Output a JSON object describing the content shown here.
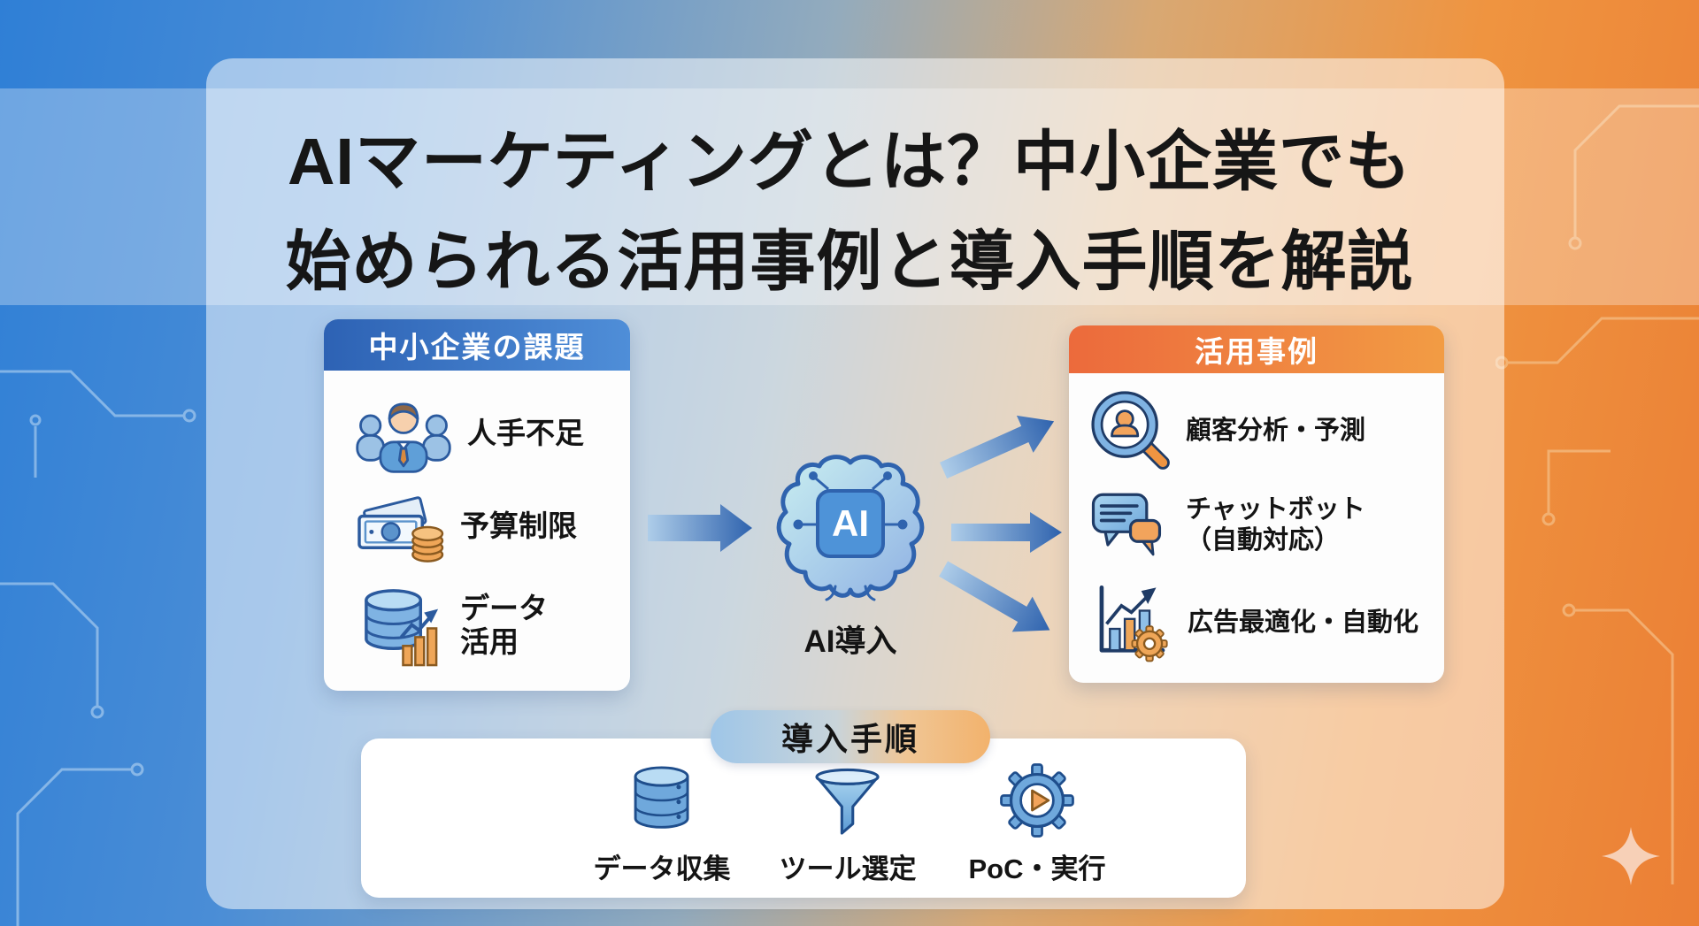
{
  "colors": {
    "bg_blue": "#2f7fd6",
    "bg_orange": "#eb7f35",
    "header_blue": "#2d62b4",
    "header_orange": "#ec6a3c",
    "arrow_blue": "#2f63ae",
    "pill_blue": "#9ec6e8",
    "pill_orange": "#f2b26c",
    "icon_blue": "#6fa8dc",
    "icon_orange": "#f0a453"
  },
  "title": {
    "line1": "AIマーケティングとは？中小企業でも",
    "line2": "始められる活用事例と導入手順を解説"
  },
  "challenges_card": {
    "header": "中小企業の課題",
    "items": [
      {
        "icon": "people-icon",
        "label": "人手不足"
      },
      {
        "icon": "money-icon",
        "label": "予算制限"
      },
      {
        "icon": "database-chart-icon",
        "label_line1": "データ",
        "label_line2": "活用"
      }
    ]
  },
  "ai_core": {
    "chip_label": "AI",
    "caption": "AI導入"
  },
  "usecases_card": {
    "header": "活用事例",
    "items": [
      {
        "icon": "customer-analysis-icon",
        "label": "顧客分析・予測"
      },
      {
        "icon": "chatbot-icon",
        "label_line1": "チャットボット",
        "label_line2": "（自動対応）"
      },
      {
        "icon": "ad-optimization-icon",
        "label": "広告最適化・自動化"
      }
    ]
  },
  "steps_section": {
    "pill_label": "導入手順",
    "steps": [
      {
        "icon": "database-icon",
        "label": "データ収集"
      },
      {
        "icon": "funnel-icon",
        "label": "ツール選定"
      },
      {
        "icon": "gear-play-icon",
        "label": "PoC・実行"
      }
    ]
  },
  "decor": {
    "sparkle_icon": "sparkle-icon"
  }
}
